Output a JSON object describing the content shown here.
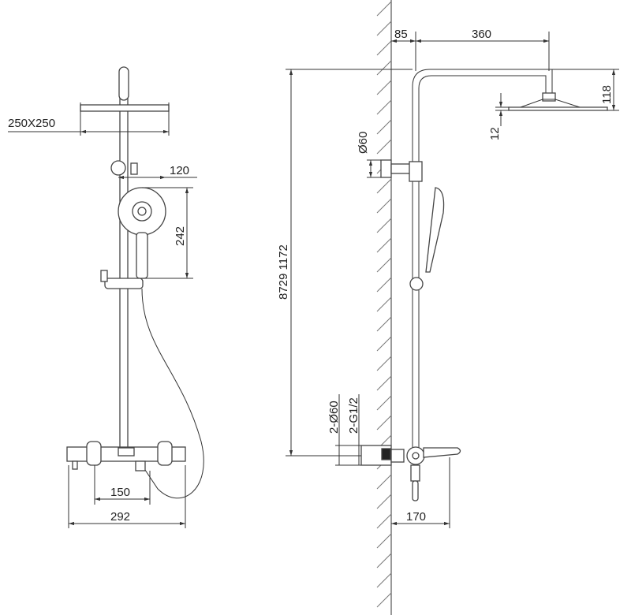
{
  "front_view": {
    "head_size": "250X250",
    "handshower_width": "120",
    "handshower_height": "242",
    "inlet_spacing": "150",
    "mixer_width": "292"
  },
  "side_view": {
    "wall_offset": "85",
    "arm_length": "360",
    "head_drop": "118",
    "head_thickness": "12",
    "holder_diameter": "Ø60",
    "total_height": "8729 1172",
    "escutcheon_diameter": "2-Ø60",
    "connection_thread": "2-G1/2",
    "spout_projection": "170"
  }
}
